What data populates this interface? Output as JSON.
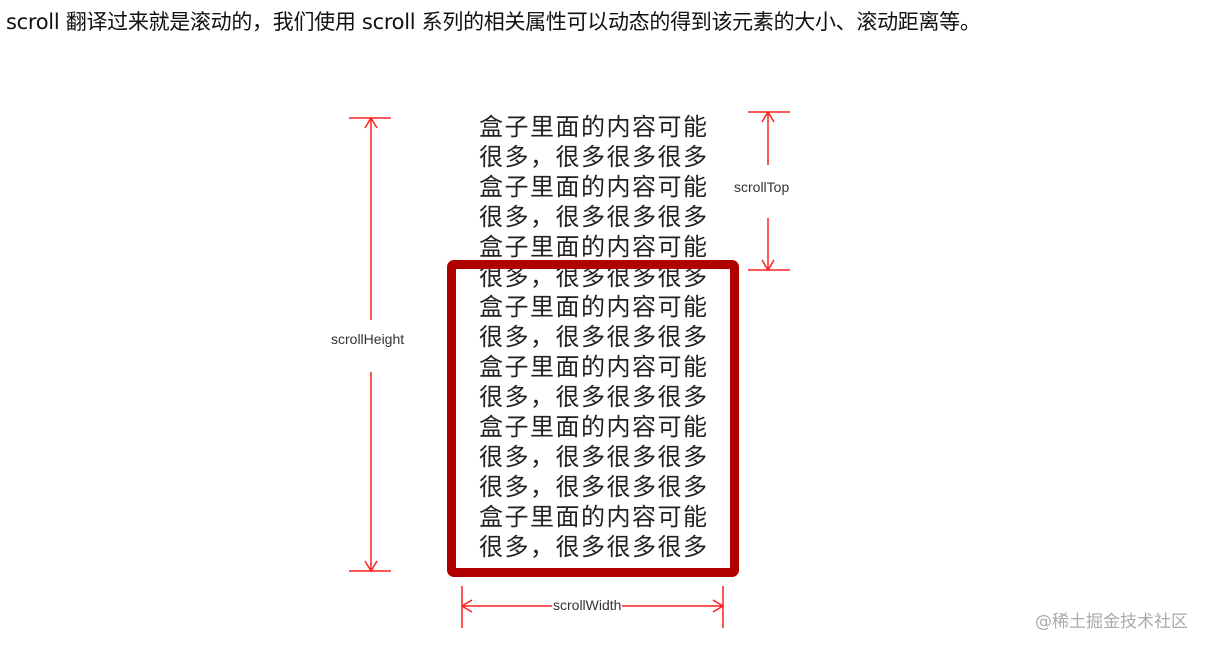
{
  "intro_text": "scroll 翻译过来就是滚动的，我们使用 scroll 系列的相关属性可以动态的得到该元素的大小、滚动距离等。",
  "diagram": {
    "content_lines": [
      "盒子里面的内容可能",
      "很多，很多很多很多",
      "盒子里面的内容可能",
      "很多，很多很多很多",
      "盒子里面的内容可能",
      "很多，很多很多很多",
      "盒子里面的内容可能",
      "很多，很多很多很多",
      "盒子里面的内容可能",
      "很多，很多很多很多",
      "盒子里面的内容可能",
      "很多，很多很多很多",
      "很多，很多很多很多",
      "盒子里面的内容可能",
      "很多，很多很多很多"
    ],
    "labels": {
      "scroll_height": "scrollHeight",
      "scroll_top": "scrollTop",
      "scroll_width": "scrollWidth"
    },
    "colors": {
      "box_border": "#b00000",
      "dimension_lines": "#ff2020"
    }
  },
  "watermark": "@稀土掘金技术社区"
}
